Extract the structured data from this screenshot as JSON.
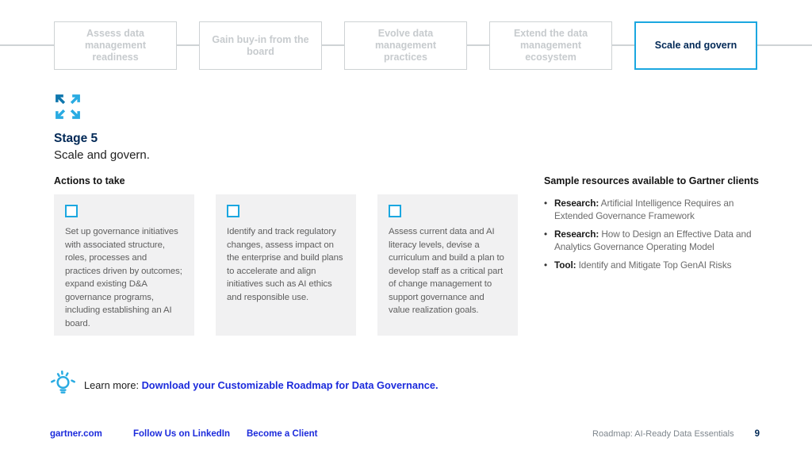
{
  "stepper": {
    "steps": [
      {
        "label": "Assess data management readiness",
        "active": false
      },
      {
        "label": "Gain buy-in from the board",
        "active": false
      },
      {
        "label": "Evolve data management practices",
        "active": false
      },
      {
        "label": "Extend the data management ecosystem",
        "active": false
      },
      {
        "label": "Scale and govern",
        "active": true
      }
    ]
  },
  "stage": {
    "title": "Stage 5",
    "subtitle": "Scale and govern."
  },
  "actions": {
    "heading": "Actions to take",
    "cards": [
      {
        "text": "Set up governance initiatives with associated structure, roles, processes and practices driven by outcomes; expand existing D&A governance programs, including establishing an AI board."
      },
      {
        "text": "Identify and track regulatory changes, assess impact on the enterprise and build plans to accelerate and align initiatives such as AI ethics and responsible use."
      },
      {
        "text": "Assess current data and AI literacy levels, devise a curriculum and build a plan to develop staff as a critical part of change management to support governance and value realization goals."
      }
    ]
  },
  "resources": {
    "heading": "Sample resources available to Gartner clients",
    "items": [
      {
        "type": "Research:",
        "text": " Artificial Intelligence Requires an Extended Governance Framework"
      },
      {
        "type": "Research:",
        "text": " How to Design an Effective Data and Analytics Governance Operating Model"
      },
      {
        "type": "Tool:",
        "text": " Identify and Mitigate Top GenAI Risks"
      }
    ]
  },
  "learn_more": {
    "prefix": "Learn more: ",
    "link": "Download your Customizable Roadmap for Data Governance."
  },
  "footer": {
    "links": [
      {
        "label": "gartner.com"
      },
      {
        "label": "Follow Us on LinkedIn"
      },
      {
        "label": "Become a Client"
      }
    ],
    "doc_title": "Roadmap: AI-Ready Data Essentials",
    "page_number": "9"
  },
  "colors": {
    "accent_light_blue": "#1ba7e0",
    "brand_navy": "#002856",
    "link_blue": "#1c2bdc",
    "inactive_gray": "#c7cbce",
    "card_background": "#f1f1f2"
  }
}
